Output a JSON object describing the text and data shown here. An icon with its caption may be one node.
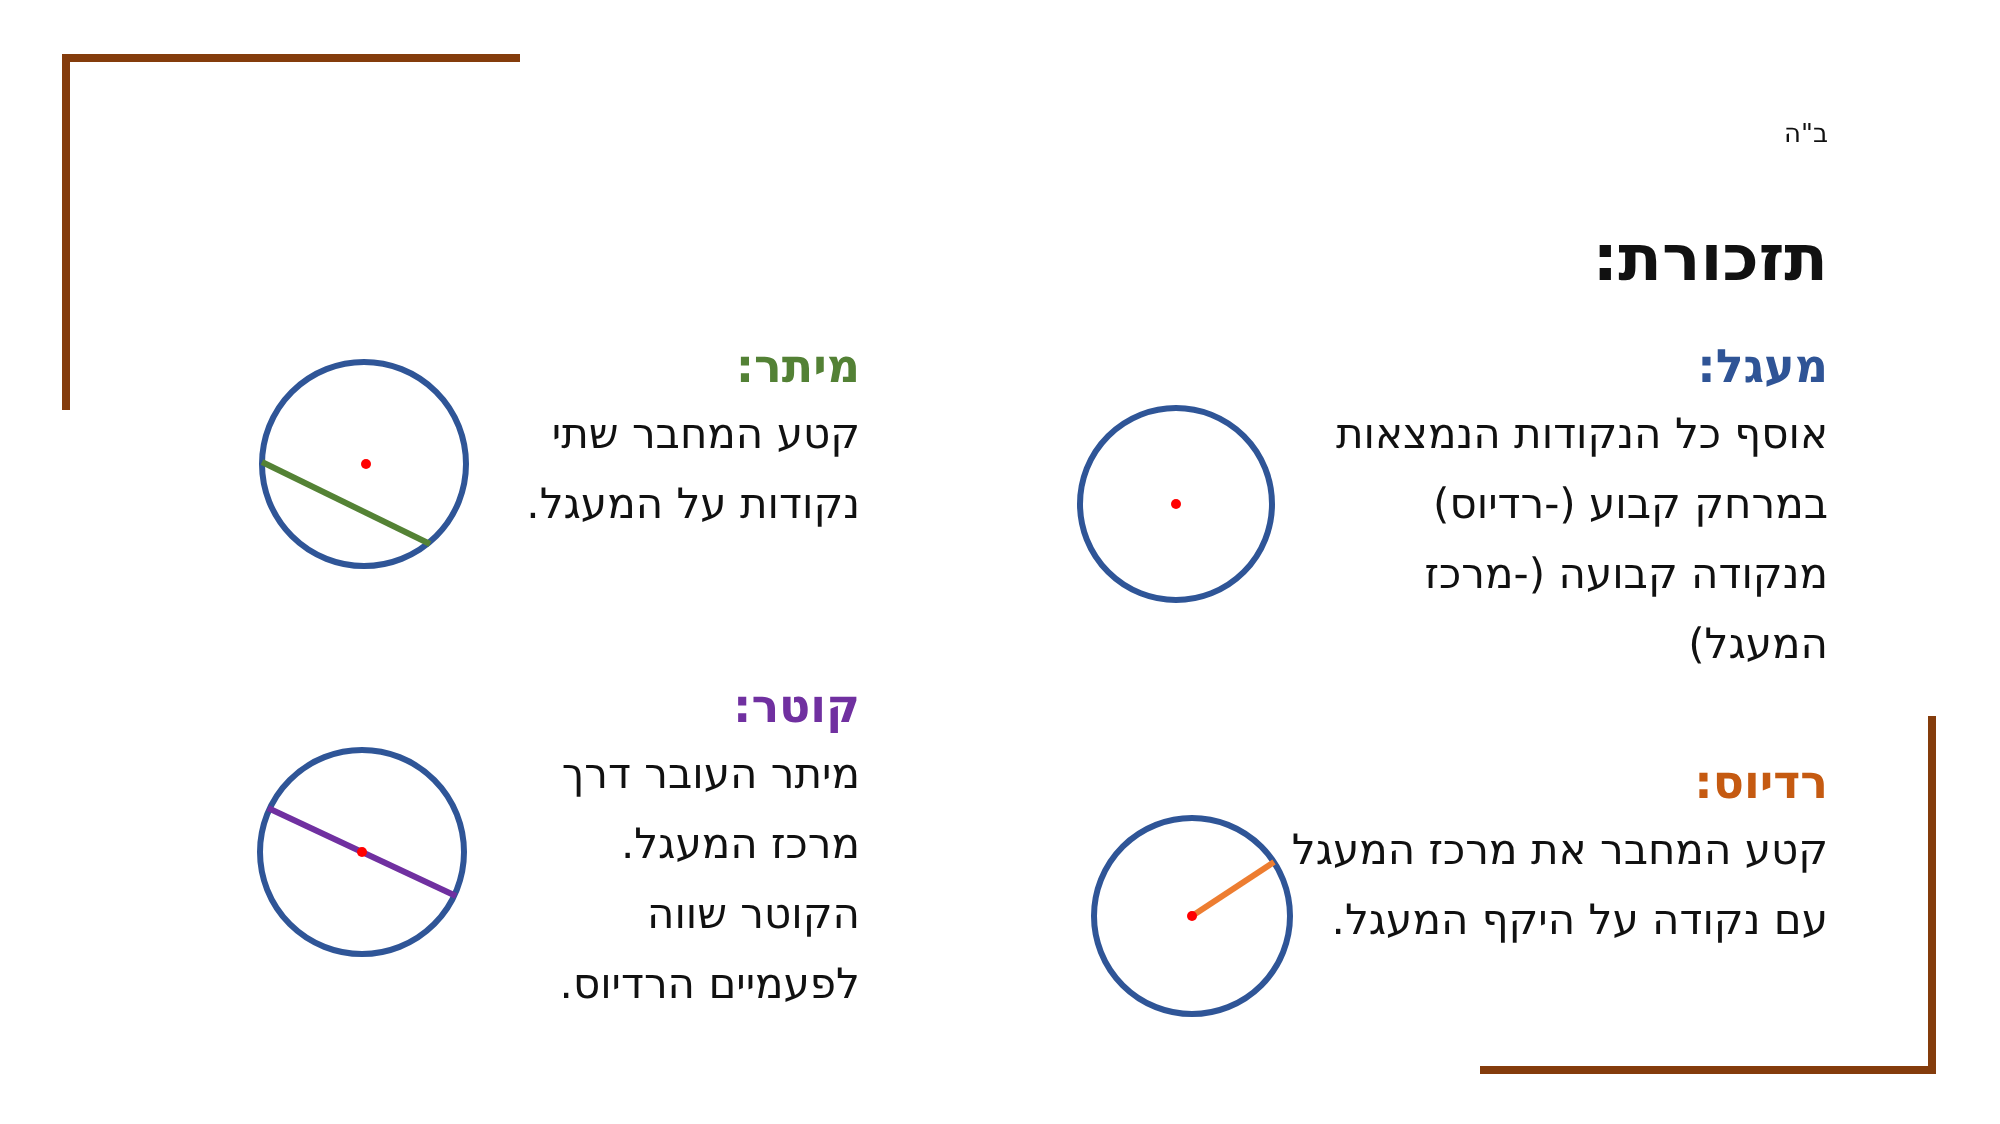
{
  "diagram": {
    "title": "תזכורת:",
    "nodes": [
      {
        "text": [
          "מעגל:",
          "אוסף כל הנקודות הנמצאות במרחק קבוע (-רדיוס) מנקודה קבועה (-מרכז המעגל)"
        ]
      },
      {
        "text": [
          "רדיוס:",
          "קטע המחבר את מרכז המעגל עם נקודה על היקף המעגל."
        ]
      },
      {
        "text": [
          "מיתר:",
          "קטע המחבר שתי נקודות על המעגל."
        ]
      },
      {
        "text": [
          "קוטר:",
          "מיתר העובר דרך מרכז המעגל. הקוטר שווה לפעמיים הרדיוס."
        ]
      }
    ],
    "labels": [
      "ב\"ה"
    ]
  }
}
